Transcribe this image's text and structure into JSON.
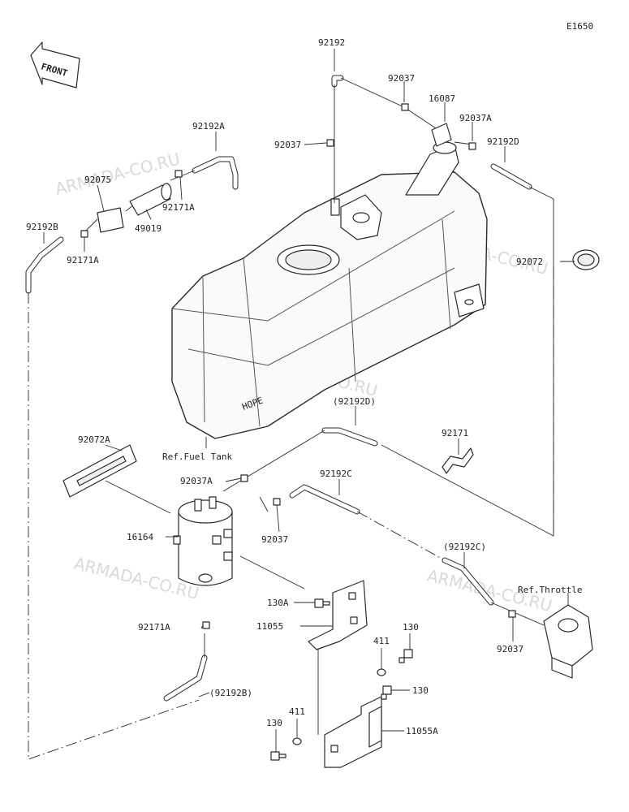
{
  "diagram_code": "E1650",
  "front_label": "FRONT",
  "tank_marking": "HOPE",
  "watermark": "ARMADA-CO.RU",
  "labels": {
    "p92192": "92192",
    "p92037_top": "92037",
    "p16087": "16087",
    "p92037A_top": "92037A",
    "p92192D": "92192D",
    "p92037_mid": "92037",
    "p92192A": "92192A",
    "p92075": "92075",
    "p92171A_right": "92171A",
    "p49019": "49019",
    "p92192B": "92192B",
    "p92171A_left": "92171A",
    "p92072": "92072",
    "ref_fuel_tank": "Ref.Fuel Tank",
    "p92192D_paren": "(92192D)",
    "p92171": "92171",
    "p92072A": "92072A",
    "p92037A_mid": "92037A",
    "p92192C": "92192C",
    "p16164": "16164",
    "p92037_lower": "92037",
    "p92192C_paren": "(92192C)",
    "ref_throttle": "Ref.Throttle",
    "p130A": "130A",
    "p11055": "11055",
    "p130_a": "130",
    "p92171A_bottom": "92171A",
    "p92037_right": "92037",
    "p411_a": "411",
    "p130_b": "130",
    "p92192B_paren": "(92192B)",
    "p130_c": "130",
    "p411_b": "411",
    "p11055A": "11055A"
  }
}
